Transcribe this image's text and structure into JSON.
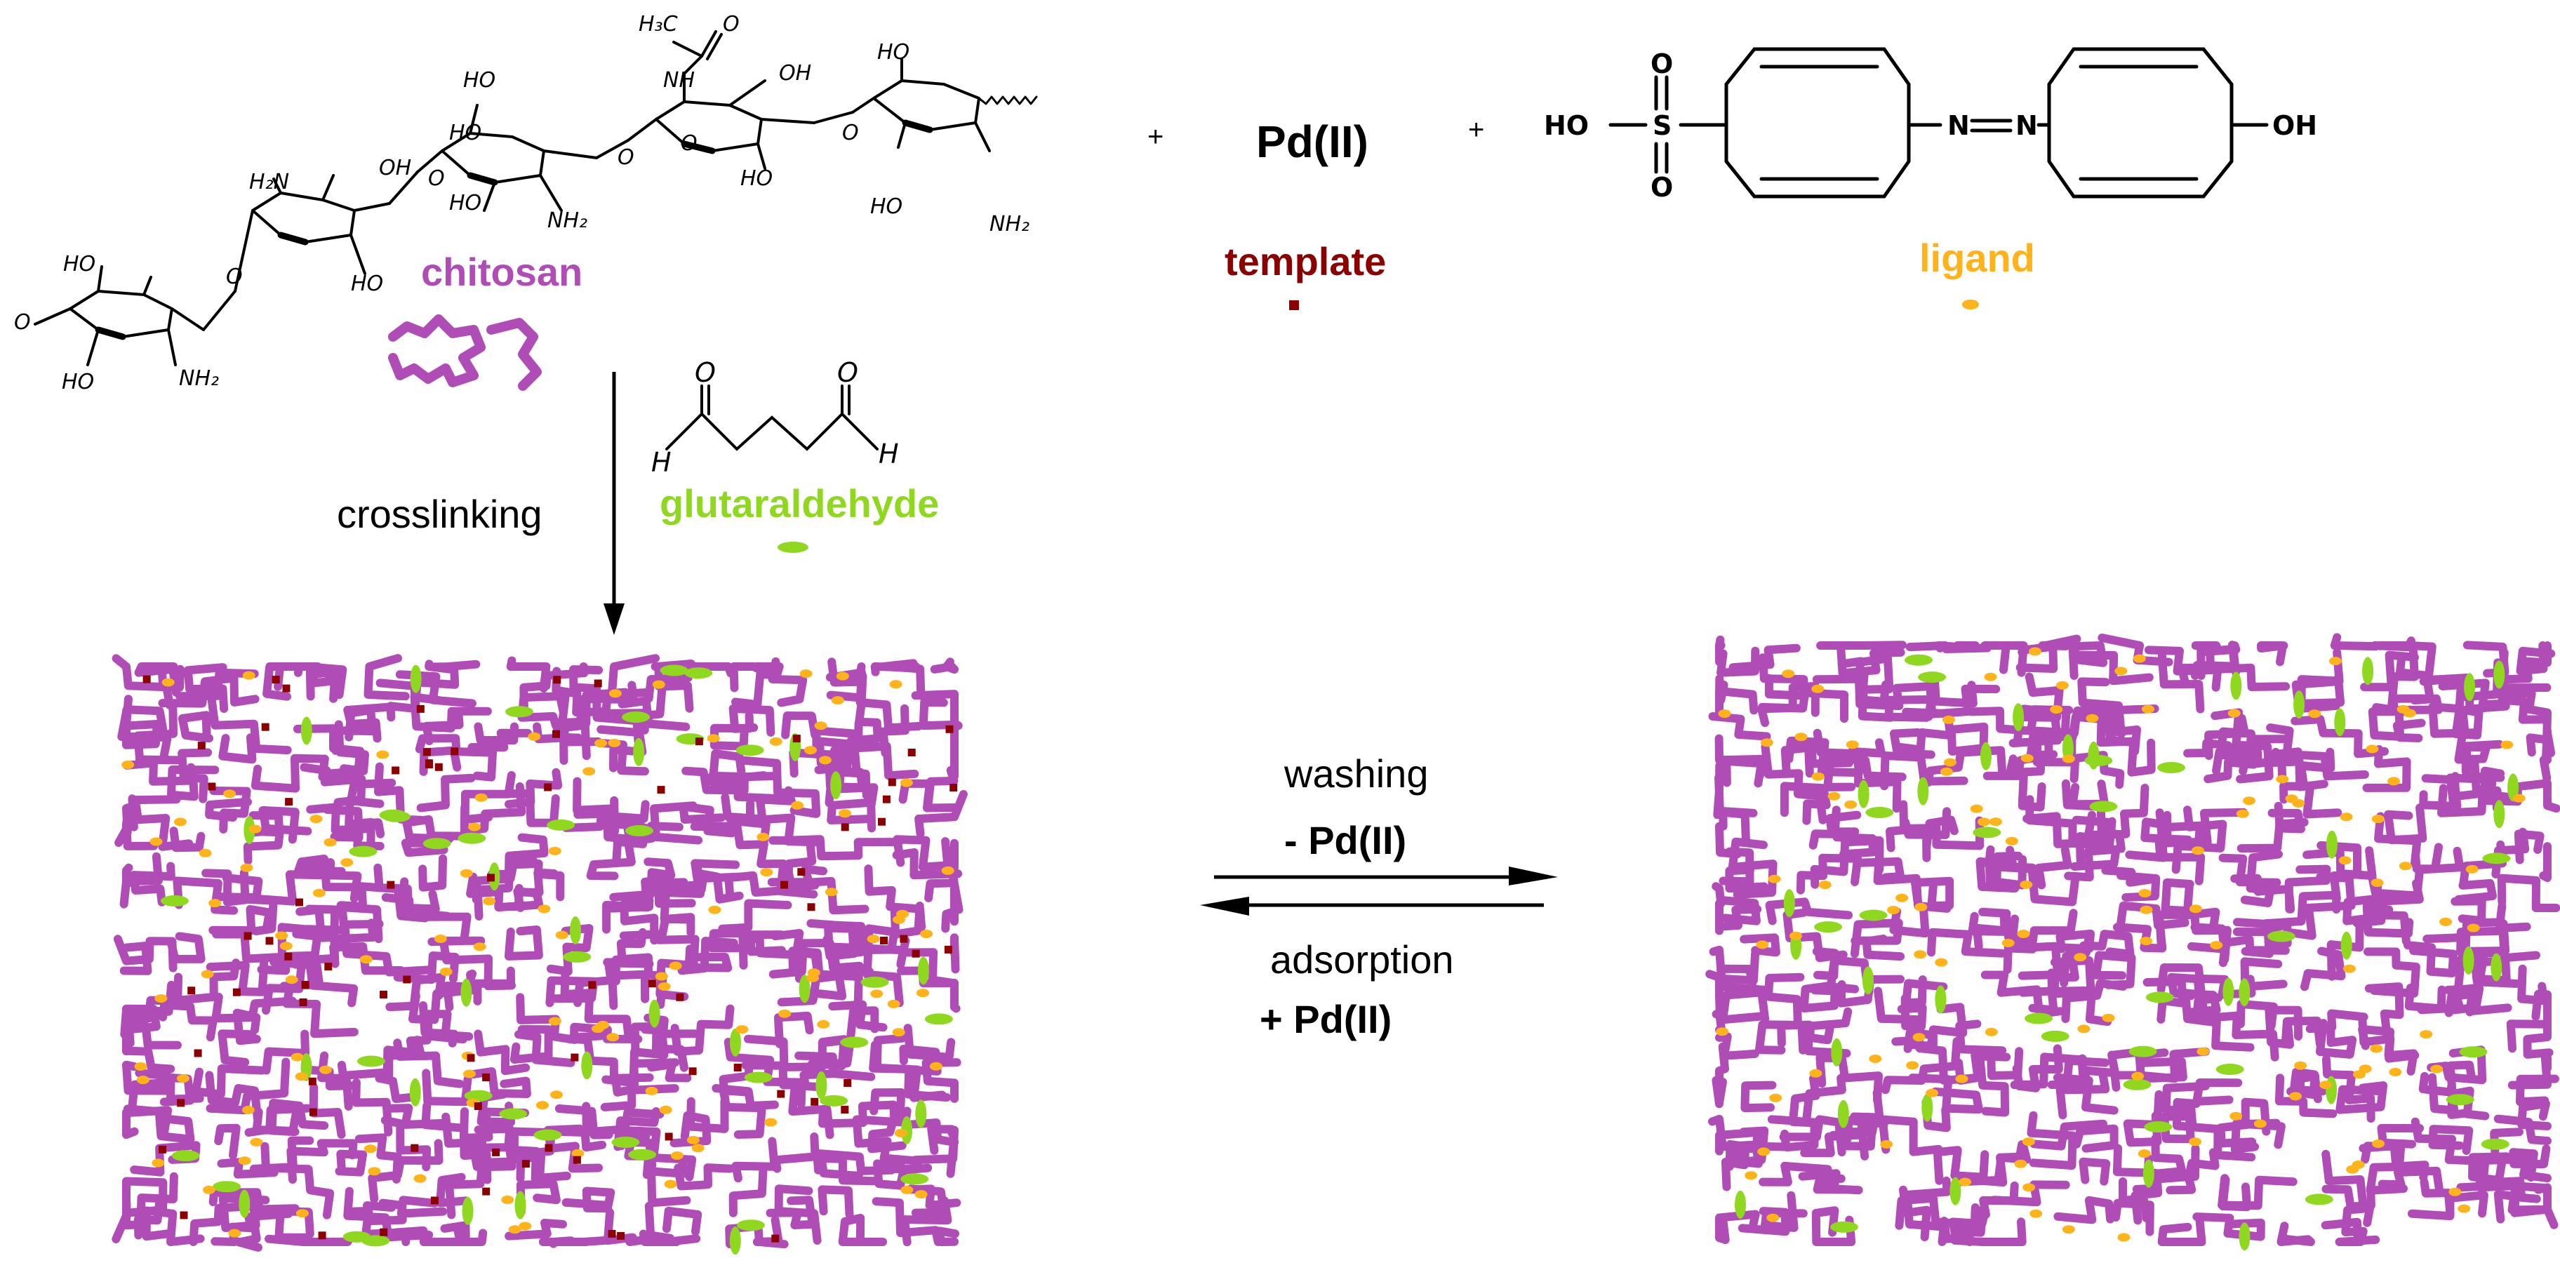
{
  "labels": {
    "chitosan": "chitosan",
    "template": "template",
    "ligand": "ligand",
    "glutaraldehyde": "glutaraldehyde",
    "crosslinking": "crosslinking",
    "pd": "Pd(II)",
    "plus": "+",
    "washing": "washing",
    "minus_pd": "- Pd(II)",
    "adsorption": "adsorption",
    "plus_pd": "+ Pd(II)"
  },
  "chem_text": {
    "h3c": "H₃C",
    "o": "O",
    "h": "H",
    "ho": "HO",
    "oh": "OH",
    "nh2": "NH₂",
    "h2n": "H₂N",
    "nh": "NH",
    "s": "S",
    "n": "N"
  },
  "colors": {
    "chitosan": "#b04cb6",
    "template": "#8b0000",
    "ligand": "#ffb31a",
    "glutaraldehyde": "#8fd81f",
    "ink": "#000000"
  },
  "network_left": {
    "template_present": true
  },
  "network_right": {
    "template_present": false
  }
}
